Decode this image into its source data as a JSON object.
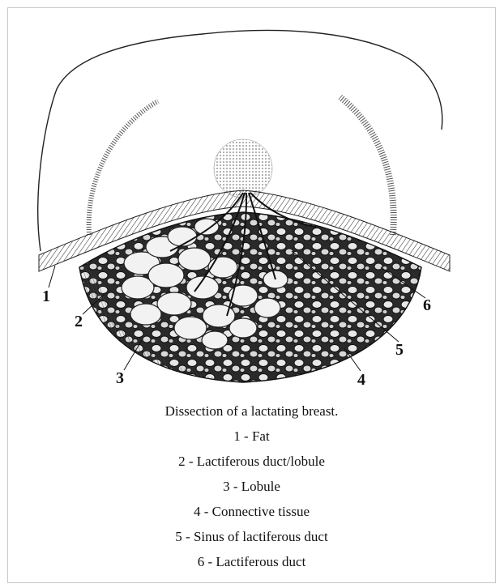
{
  "labels": [
    "1",
    "2",
    "3",
    "4",
    "5",
    "6"
  ],
  "caption": {
    "title": "Dissection of a lactating breast.",
    "items": [
      "1 - Fat",
      "2 - Lactiferous duct/lobule",
      "3 - Lobule",
      "4 - Connective tissue",
      "5 - Sinus of lactiferous duct",
      "6 - Lactiferous duct"
    ]
  }
}
